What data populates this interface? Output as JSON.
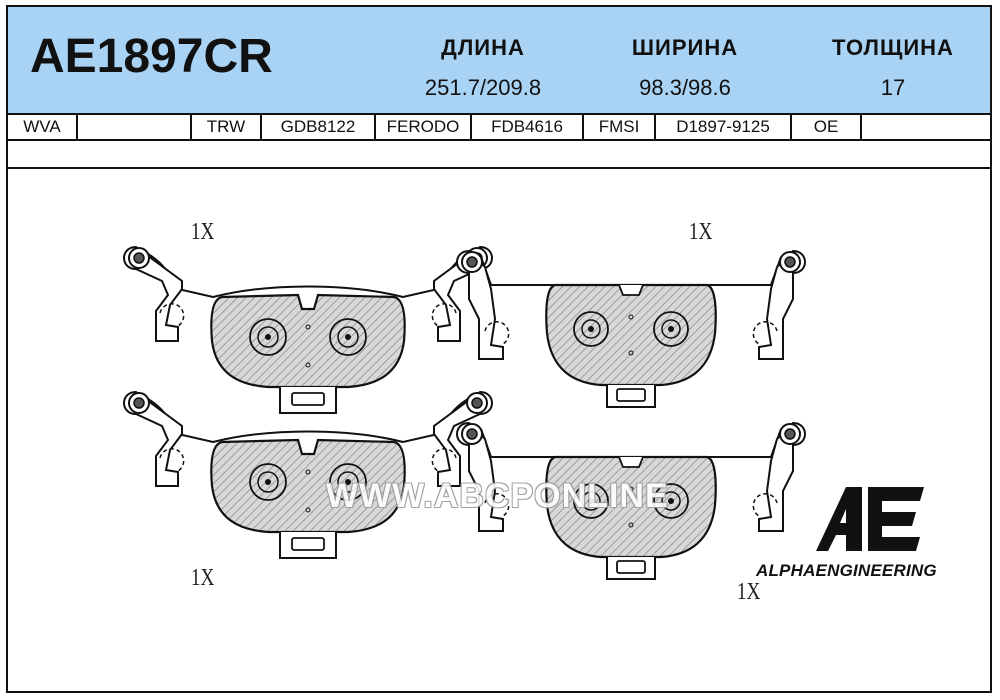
{
  "part_number": "AE1897CR",
  "specs": [
    {
      "label": "ДЛИНА",
      "value": "251.7/209.8"
    },
    {
      "label": "ШИРИНА",
      "value": "98.3/98.6"
    },
    {
      "label": "ТОЛЩИНА",
      "value": "17"
    }
  ],
  "cross_reference": [
    "WVA",
    "",
    "TRW",
    "GDB8122",
    "FERODO",
    "FDB4616",
    "FMSI",
    "D1897-9125",
    "OE",
    ""
  ],
  "quantities": [
    "1X",
    "1X",
    "1X",
    "1X"
  ],
  "watermark": "WWW.ABCPONLINE",
  "brand": {
    "logo_text": "AE",
    "name": "ALPHAENGINEERING"
  },
  "colors": {
    "header_bg": "#a9d3f5",
    "pad_fill": "#d8d8d8",
    "line": "#111111"
  }
}
